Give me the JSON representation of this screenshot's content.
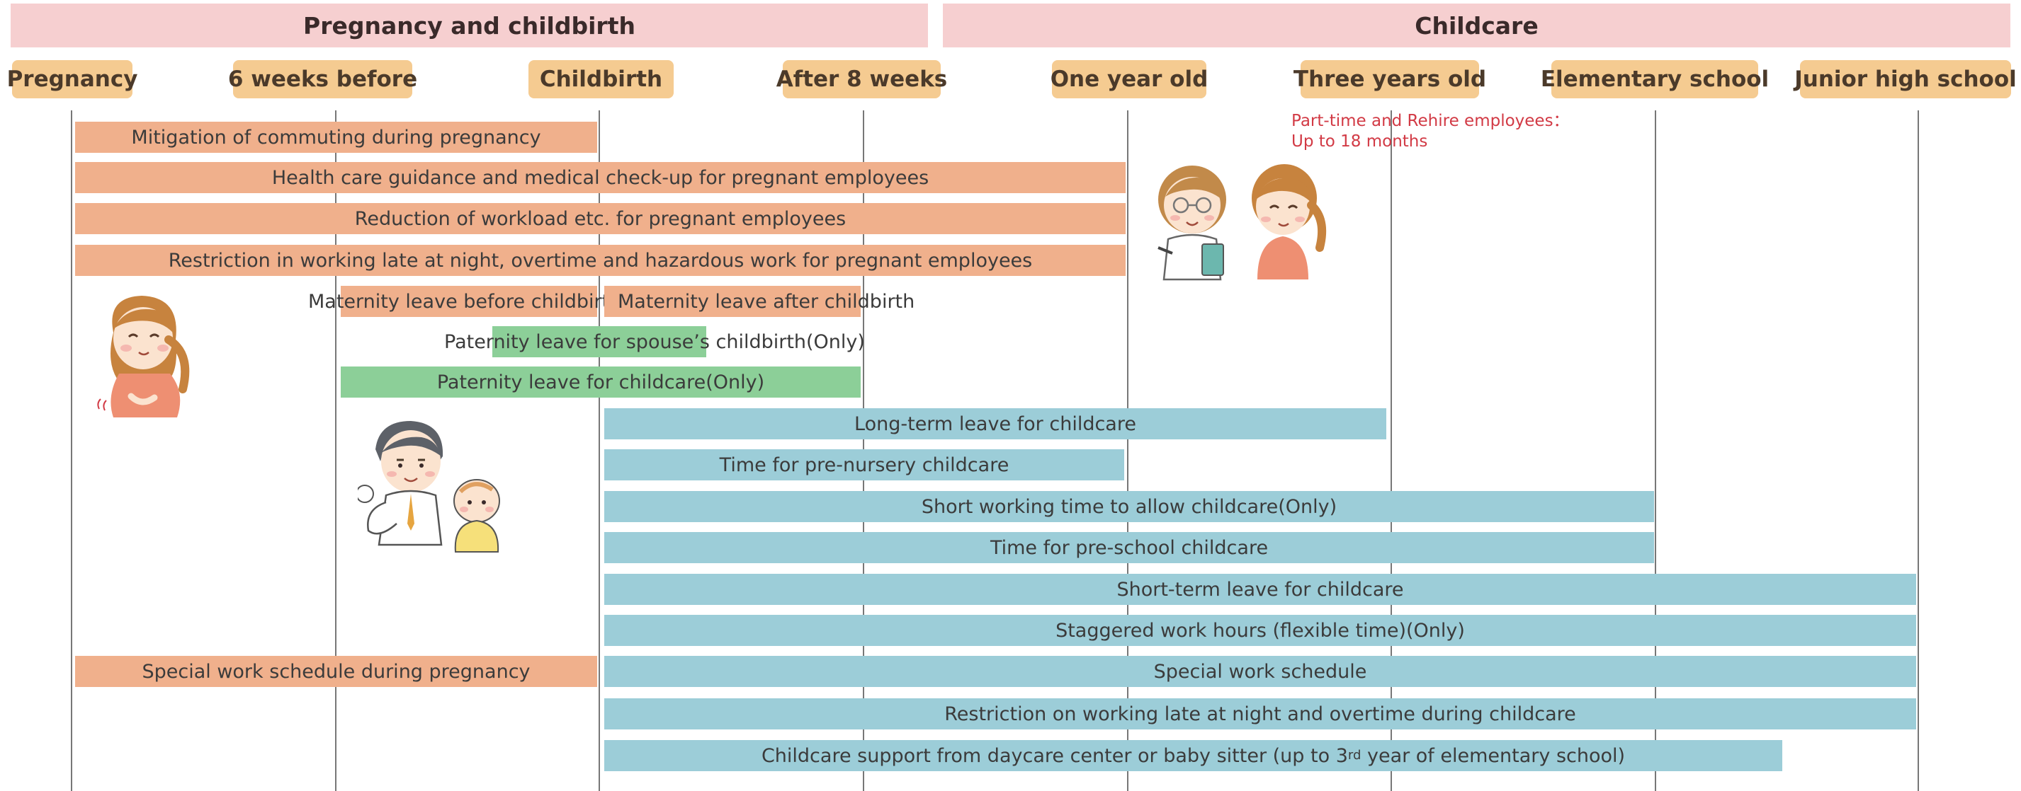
{
  "sections": {
    "pregnancy": "Pregnancy and childbirth",
    "childcare": "Childcare"
  },
  "milestones": [
    "Pregnancy",
    "6 weeks before",
    "Childbirth",
    "After 8 weeks",
    "One year old",
    "Three years old",
    "Elementary school",
    "Junior high school"
  ],
  "note": {
    "line1": "Part-time and Rehire employees：",
    "line2": "Up to 18 months"
  },
  "bars": {
    "mitigation": "Mitigation of commuting during pregnancy",
    "health": "Health care guidance and medical check-up for pregnant employees",
    "workload": "Reduction of workload etc. for pregnant employees",
    "restriction_preg": "Restriction in working late at night, overtime and hazardous work for pregnant employees",
    "maternity_before": "Maternity leave before childbirth",
    "maternity_after": "Maternity leave after childbirth",
    "paternity_spouse": "Paternity leave for spouse’s childbirth(Only)",
    "paternity_childcare": "Paternity leave for childcare(Only)",
    "long_term": "Long-term leave for childcare",
    "pre_nursery": "Time for pre-nursery childcare",
    "short_working": "Short working time to allow childcare(Only)",
    "pre_school": "Time for pre-school childcare",
    "short_term": "Short-term leave for childcare",
    "staggered": "Staggered work hours (flexible time)(Only)",
    "special_preg": "Special work schedule during pregnancy",
    "special": "Special work schedule",
    "restriction_childcare": "Restriction on working late at night and overtime during childcare",
    "daycare_before": "Childcare support from daycare center or baby sitter (up to 3",
    "daycare_sup": "rd",
    "daycare_after": " year of elementary school)"
  },
  "colors": {
    "pregnancy_bar": "#f0b08c",
    "paternity_bar": "#8ccf98",
    "childcare_bar": "#9ccdd8",
    "milestone": "#f5cb91",
    "banner": "#f6cfd0",
    "note_text": "#d23a45"
  }
}
